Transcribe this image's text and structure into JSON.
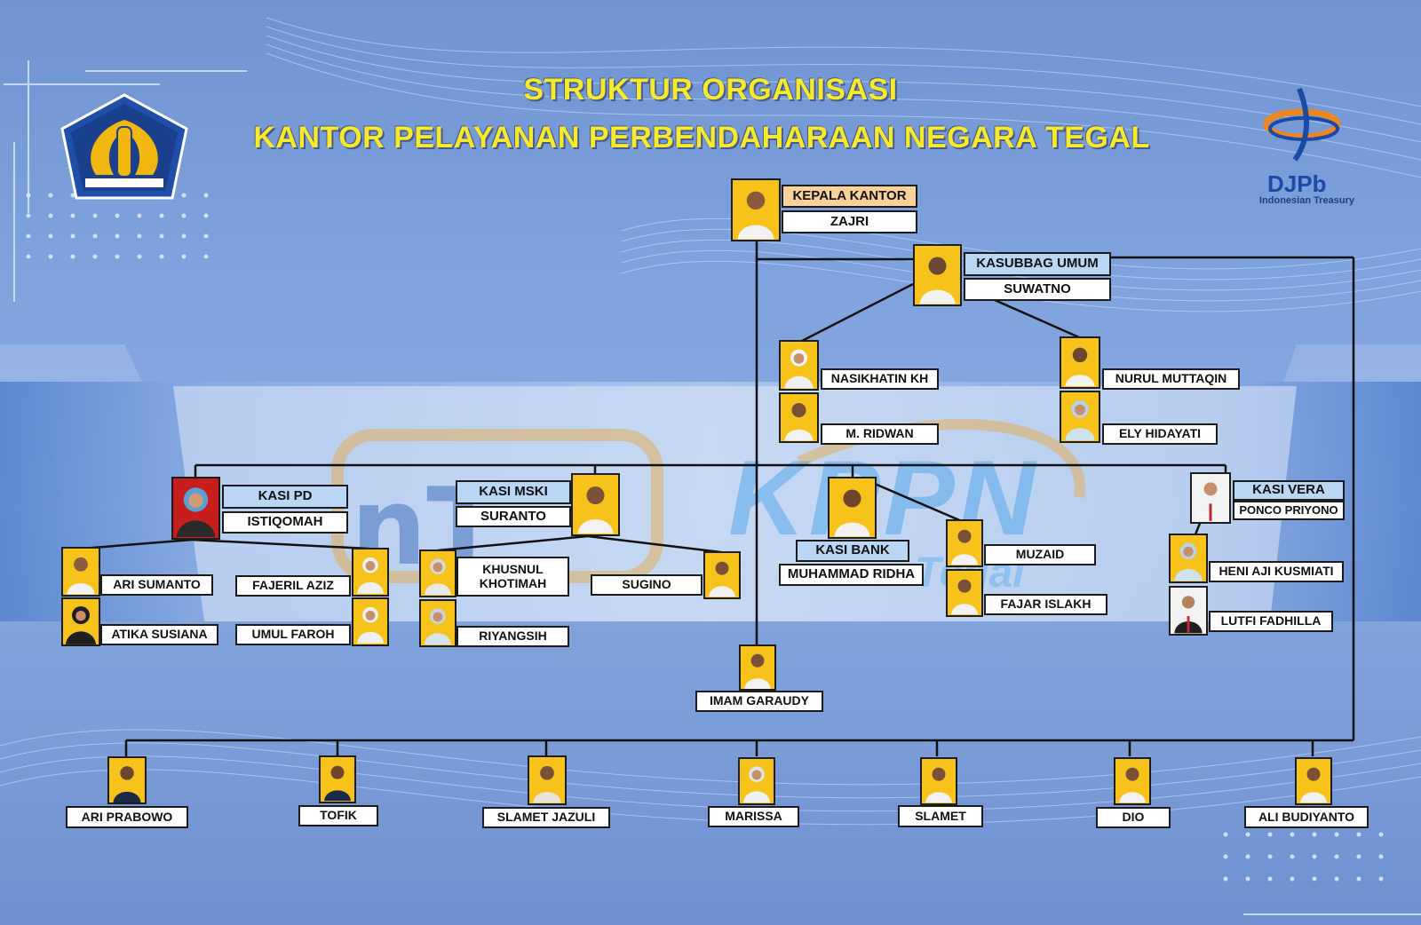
{
  "header": {
    "title_line1": "STRUKTUR ORGANISASI",
    "title_line2": "KANTOR PELAYANAN PERBENDAHARAAN NEGARA TEGAL"
  },
  "logos": {
    "left_emblem": "kemenkeu-emblem-icon",
    "right_logo_text": "DJPb",
    "right_logo_tagline": "Indonesian Treasury",
    "watermark_text": "KPPN",
    "watermark_sub": "Tegal"
  },
  "colors": {
    "title_yellow": "#f6ea2d",
    "photo_bg": "#f7c21a",
    "role_box": "#b9d6f5",
    "head_box": "#f8d29b",
    "line": "#111111"
  },
  "people": {
    "kepala_role": "KEPALA KANTOR",
    "kepala_name": "ZAJRI",
    "kasubbag_role": "KASUBBAG UMUM",
    "kasubbag_name": "SUWATNO",
    "umum_staff": [
      "NASIKHATIN KH",
      "M. RIDWAN",
      "NURUL MUTTAQIN",
      "ELY HIDAYATI"
    ],
    "kasi_pd_role": "KASI PD",
    "kasi_pd_name": "ISTIQOMAH",
    "pd_staff": [
      "ARI SUMANTO",
      "ATIKA SUSIANA",
      "FAJERIL AZIZ",
      "UMUL FAROH"
    ],
    "kasi_mski_role": "KASI MSKI",
    "kasi_mski_name": "SURANTO",
    "mski_staff": [
      "KHUSNUL\nKHOTIMAH",
      "RIYANGSIH",
      "SUGINO"
    ],
    "kasi_bank_role": "KASI BANK",
    "kasi_bank_name": "MUHAMMAD RIDHA",
    "bank_staff": [
      "MUZAID",
      "FAJAR ISLAKH"
    ],
    "kasi_vera_role": "KASI VERA",
    "kasi_vera_name": "PONCO PRIYONO",
    "vera_staff": [
      "HENI AJI KUSMIATI",
      "LUTFI FADHILLA"
    ],
    "center_staff": "IMAM GARAUDY",
    "support_staff": [
      "ARI  PRABOWO",
      "TOFIK",
      "SLAMET JAZULI",
      "MARISSA",
      "SLAMET",
      "DIO",
      "ALI BUDIYANTO"
    ]
  }
}
